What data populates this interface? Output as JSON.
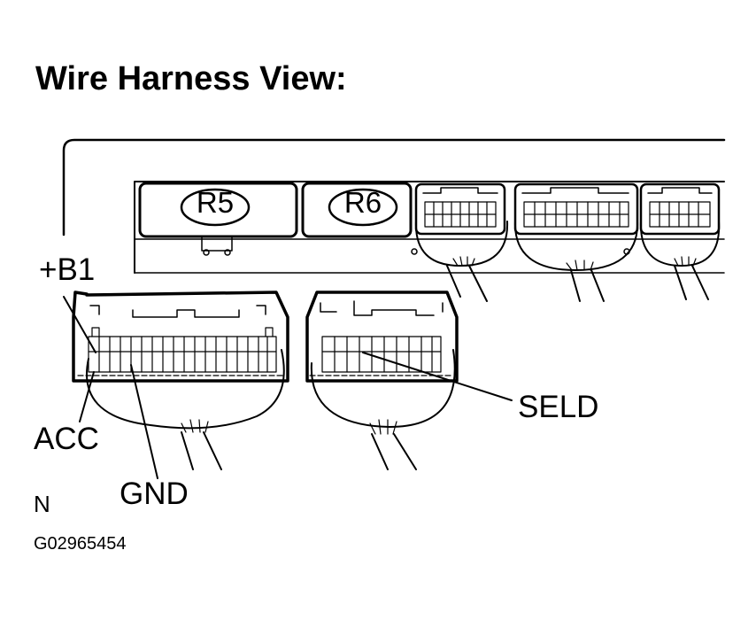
{
  "title": "Wire Harness View:",
  "connectors": {
    "r5": "R5",
    "r6": "R6"
  },
  "terminals": {
    "b1": "+B1",
    "acc": "ACC",
    "gnd": "GND",
    "seld": "SELD"
  },
  "orientation_mark": "N",
  "figure_id": "G02965454",
  "colors": {
    "line": "#000000",
    "background": "#ffffff"
  }
}
